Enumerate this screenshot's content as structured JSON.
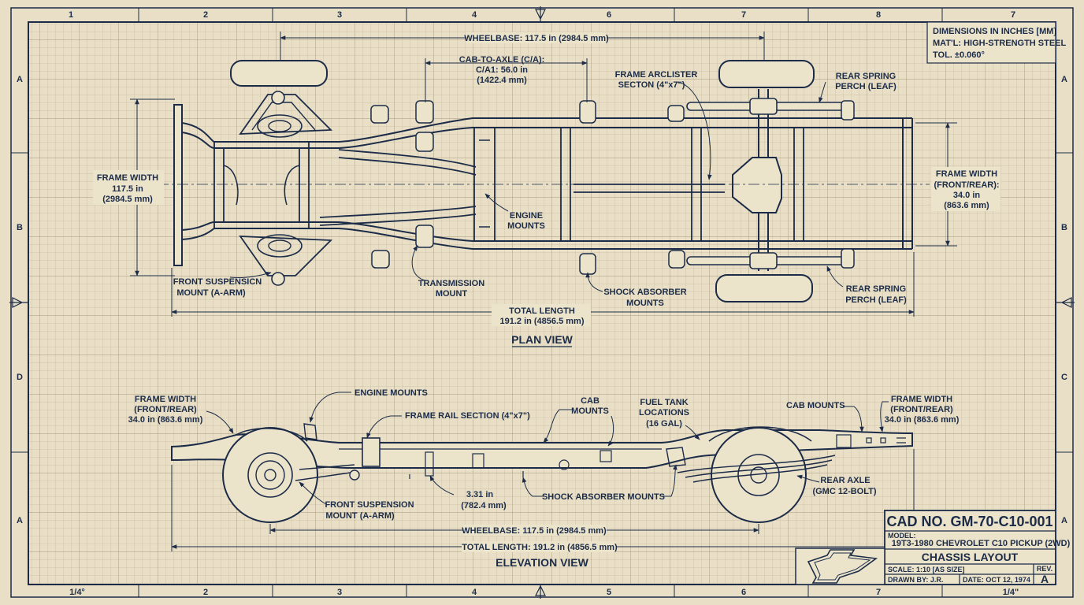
{
  "sheet": {
    "zones_top": [
      "1",
      "2",
      "3",
      "4",
      "6",
      "7",
      "8",
      "7"
    ],
    "zones_bottom": [
      "1/4°",
      "2",
      "3",
      "4",
      "5",
      "6",
      "7",
      "1/4\""
    ],
    "zones_left": [
      "A",
      "B",
      "D",
      "A"
    ],
    "zones_right": [
      "A",
      "B",
      "C",
      "A"
    ]
  },
  "notes": {
    "line1": "DIMENSIONS IN INCHES [MM]",
    "line2": "MAT'L: HIGH-STRENGTH STEEL",
    "line3": "TOL. ±0.060°"
  },
  "plan_view": {
    "title": "PLAN VIEW",
    "wheelbase": "WHEELBASE: 117.5 in (2984.5 mm)",
    "cab_to_axle_1": "CAB-TO-AXLE (C/A):",
    "cab_to_axle_2": "C/A1: 56.0 in",
    "cab_to_axle_3": "(1422.4 mm)",
    "frame_section_1": "FRAME ARCLISTER",
    "frame_section_2": "SECTON (4\"x7\")",
    "rear_spring_top_1": "REAR SPRING",
    "rear_spring_top_2": "PERCH (LEAF)",
    "frame_width_left_1": "FRAME WIDTH",
    "frame_width_left_2": "117.5 in",
    "frame_width_left_3": "(2984.5 mm)",
    "frame_width_right_1": "FRAME WIDTH",
    "frame_width_right_2": "(FRONT/REAR):",
    "frame_width_right_3": "34.0 in",
    "frame_width_right_4": "(863.6 mm)",
    "engine_mounts_1": "ENGINE",
    "engine_mounts_2": "MOUNTS",
    "front_susp_1": "FRONT SUSPENSICN",
    "front_susp_2": "MOUNT (A-ARM)",
    "transmission_1": "TRANSMISSION",
    "transmission_2": "MOUNT",
    "shock_1": "SHOCK ABSORBER",
    "shock_2": "MOUNTS",
    "rear_spring_bottom_1": "REAR SPRING",
    "rear_spring_bottom_2": "PERCH (LEAF)",
    "total_length_1": "TOTAL LENGTH",
    "total_length_2": "191.2 in (4856.5 mm)"
  },
  "elevation_view": {
    "title": "ELEVATION VIEW",
    "frame_width_left_1": "FRAME WIDTH",
    "frame_width_left_2": "(FRONT/REAR)",
    "frame_width_left_3": "34.0 in (863.6 mm)",
    "engine_mounts": "ENGINE MOUNTS",
    "frame_rail": "FRAME RAIL SECTION (4\"x7\")",
    "cab_mounts_mid_1": "CAB",
    "cab_mounts_mid_2": "MOUNTS",
    "fuel_tank_1": "FUEL TANK",
    "fuel_tank_2": "LOCATIONS",
    "fuel_tank_3": "(16 GAL)",
    "cab_mounts_right": "CAB MOUNTS",
    "frame_width_right_1": "FRAME WIDTH",
    "frame_width_right_2": "(FRONT/REAR)",
    "frame_width_right_3": "34.0 in (863.6 mm)",
    "rear_axle_1": "REAR AXLE",
    "rear_axle_2": "(GMC 12-BOLT)",
    "front_susp_1": "FRONT SUSPENSION",
    "front_susp_2": "MOUNT (A-ARM)",
    "dim_1": "3.31 in",
    "dim_2": "(782.4 mm)",
    "shock": "SHOCK ABSORBER MOUNTS",
    "wheelbase": "WHEELBASE: 117.5 in (2984.5 mm)",
    "total_length": "TOTAL LENGTH: 191.2 in (4856.5 mm)"
  },
  "title_block": {
    "cad_no": "CAD NO. GM-70-C10-001",
    "model_label": "MODEL:",
    "model_value": "19T3-1980 CHEVROLET C10 PICKUP (2WD)",
    "title": "CHASSIS LAYOUT",
    "scale": "SCALE: 1:10 [AS SIZE]",
    "rev_label": "REV.",
    "rev_value": "A",
    "drawn_by": "DRAWN BY: J.R.",
    "date": "DATE: OCT 12, 1974"
  }
}
